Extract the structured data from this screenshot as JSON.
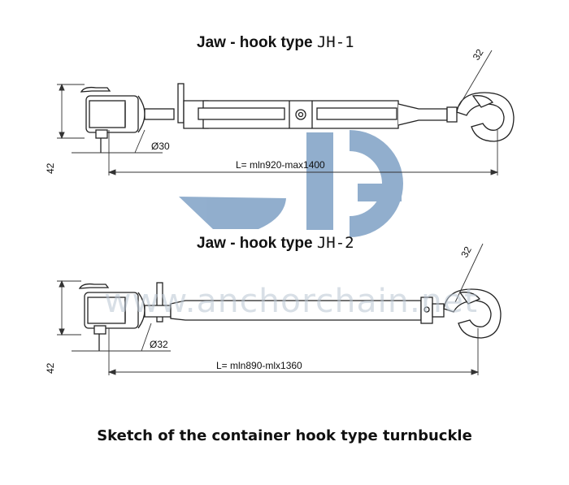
{
  "diagram1": {
    "title_prefix": "Jaw - hook type ",
    "title_code": "JH-1",
    "hook_dimension": "32",
    "height_dimension": "42",
    "diameter_label": "Ø30",
    "length_label": "L= mln920-max1400"
  },
  "diagram2": {
    "title_prefix": "Jaw - hook type ",
    "title_code": "JH-2",
    "hook_dimension": "32",
    "height_dimension": "42",
    "diameter_label": "Ø32",
    "length_label": "L= mln890-mlx1360"
  },
  "watermark": {
    "text": "www.anchorchain.net",
    "color": "#6d94bd"
  },
  "caption": "Sketch of the container hook type turnbuckle"
}
